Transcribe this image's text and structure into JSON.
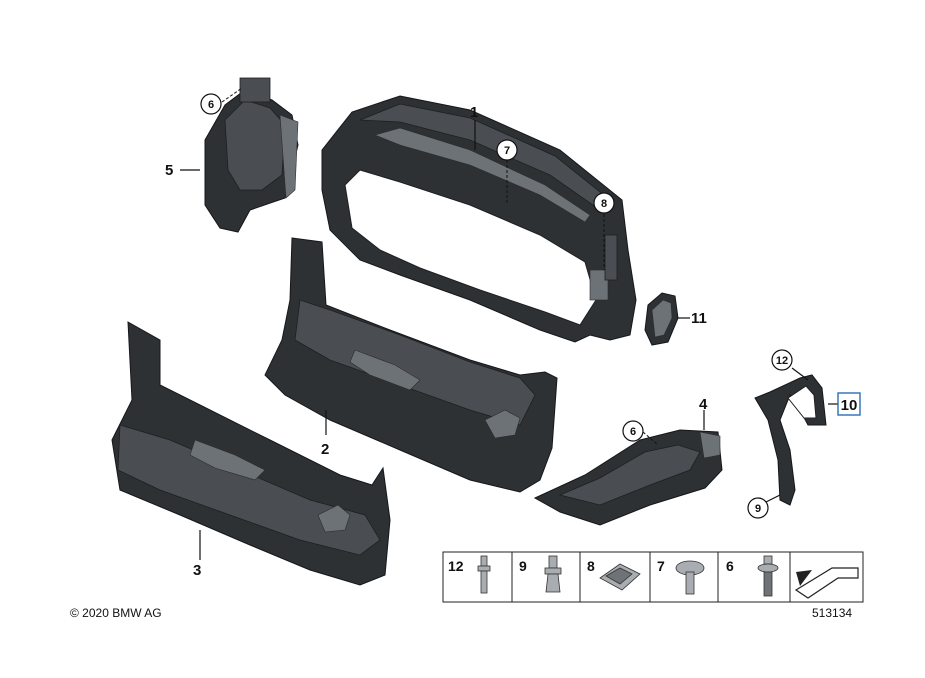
{
  "diagram": {
    "callouts": {
      "c1": "1",
      "c2": "2",
      "c3": "3",
      "c4": "4",
      "c5": "5",
      "c6a": "6",
      "c6b": "6",
      "c7": "7",
      "c8": "8",
      "c9": "9",
      "c10": "10",
      "c11": "11",
      "c12": "12"
    },
    "legend": {
      "items": [
        "12",
        "9",
        "8",
        "7",
        "6"
      ]
    },
    "copyright": "© 2020 BMW AG",
    "drawing_number": "513134"
  }
}
